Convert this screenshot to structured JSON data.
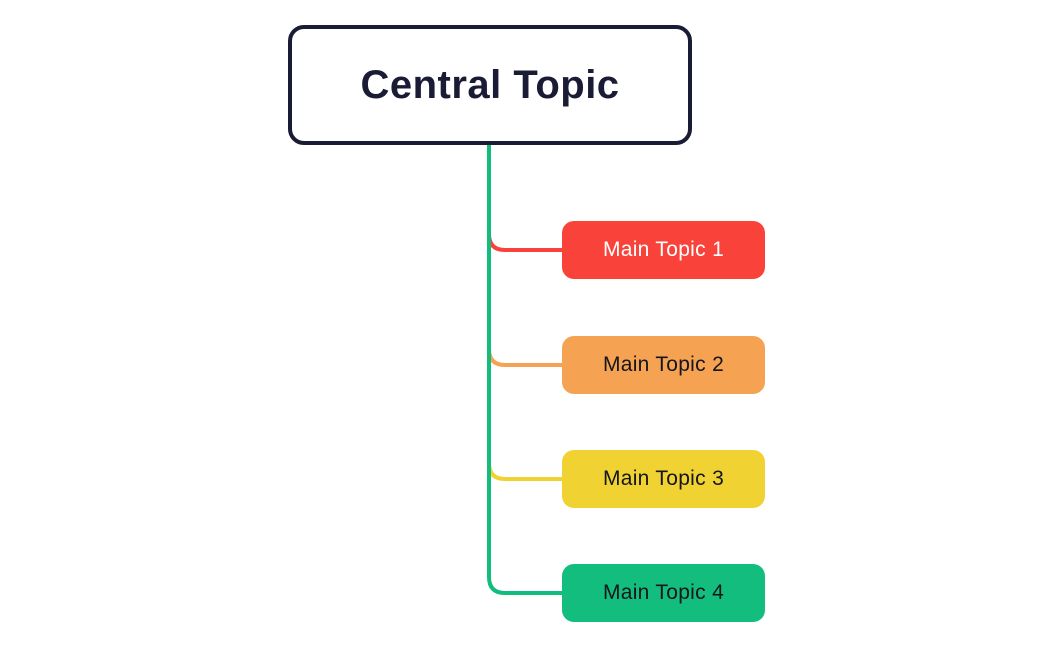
{
  "canvas": {
    "background": "#FFFFFF"
  },
  "central_topic": {
    "label": "Central Topic",
    "text_color": "#1A1B35",
    "border_color": "#1A1B35",
    "fill": "#FFFFFF"
  },
  "connections": {
    "trunk_color": "#11BD7D"
  },
  "main_topics": [
    {
      "label": "Main Topic 1",
      "fill": "#F9433A",
      "text_color": "#FFFFFF",
      "connector_color": "#F9433A"
    },
    {
      "label": "Main Topic 2",
      "fill": "#F5A353",
      "text_color": "#14161C",
      "connector_color": "#F5A353"
    },
    {
      "label": "Main Topic 3",
      "fill": "#F0D232",
      "text_color": "#14161C",
      "connector_color": "#F0D232"
    },
    {
      "label": "Main Topic 4",
      "fill": "#12BD7E",
      "text_color": "#14161C",
      "connector_color": "#12BD7E"
    }
  ]
}
